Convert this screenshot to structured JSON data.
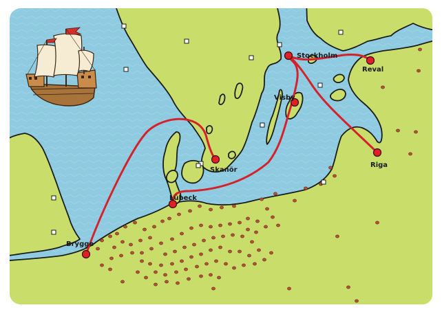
{
  "colors": {
    "sea": "#8fcbe0",
    "sea_light": "#a9d8e8",
    "land": "#c9de6a",
    "land_light": "#d8e68a",
    "coast": "#1b1b1b",
    "route": "#d4222c",
    "city_marker": "#e11f26",
    "settlement_dot": "#b4523a",
    "castle_marker": "#ffffff",
    "card_border": "#ffffff"
  },
  "ship": {
    "icon": "hanseatic-cog-ship-icon"
  },
  "cities": [
    {
      "id": "stockholm",
      "name": "Stockholm"
    },
    {
      "id": "reval",
      "name": "Reval"
    },
    {
      "id": "visby",
      "name": "Visby"
    },
    {
      "id": "riga",
      "name": "Riga"
    },
    {
      "id": "skanor",
      "name": "Skanör"
    },
    {
      "id": "lubeck",
      "name": "Lübeck"
    },
    {
      "id": "brygge",
      "name": "Brygge"
    }
  ],
  "routes": [
    {
      "name": "brygge-skanor"
    },
    {
      "name": "lubeck-stockholm-reval"
    },
    {
      "name": "stockholm-riga"
    }
  ]
}
